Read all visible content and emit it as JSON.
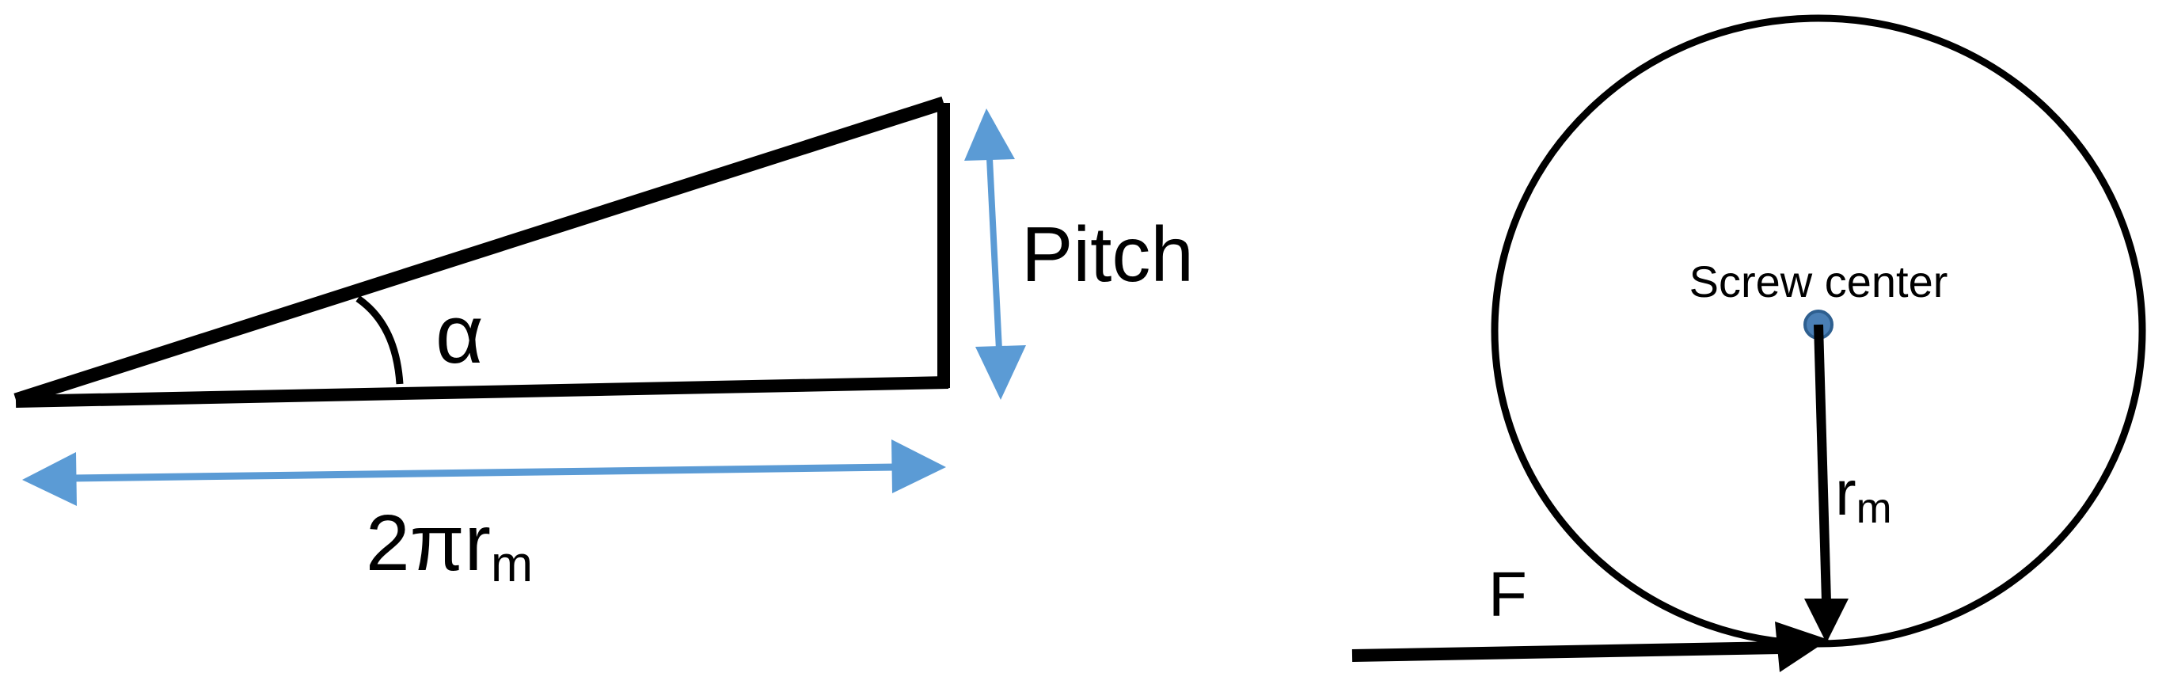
{
  "labels": {
    "angle": "α",
    "pitch": "Pitch",
    "circumference_prefix": "2πr",
    "circumference_subscript": "m",
    "screw_center": "Screw center",
    "radius_main": "r",
    "radius_subscript": "m",
    "force": "F"
  },
  "colors": {
    "stroke": "#000000",
    "dimension_arrow": "#5b9bd5",
    "center_dot": "#4a7fb5",
    "background": "#ffffff"
  }
}
